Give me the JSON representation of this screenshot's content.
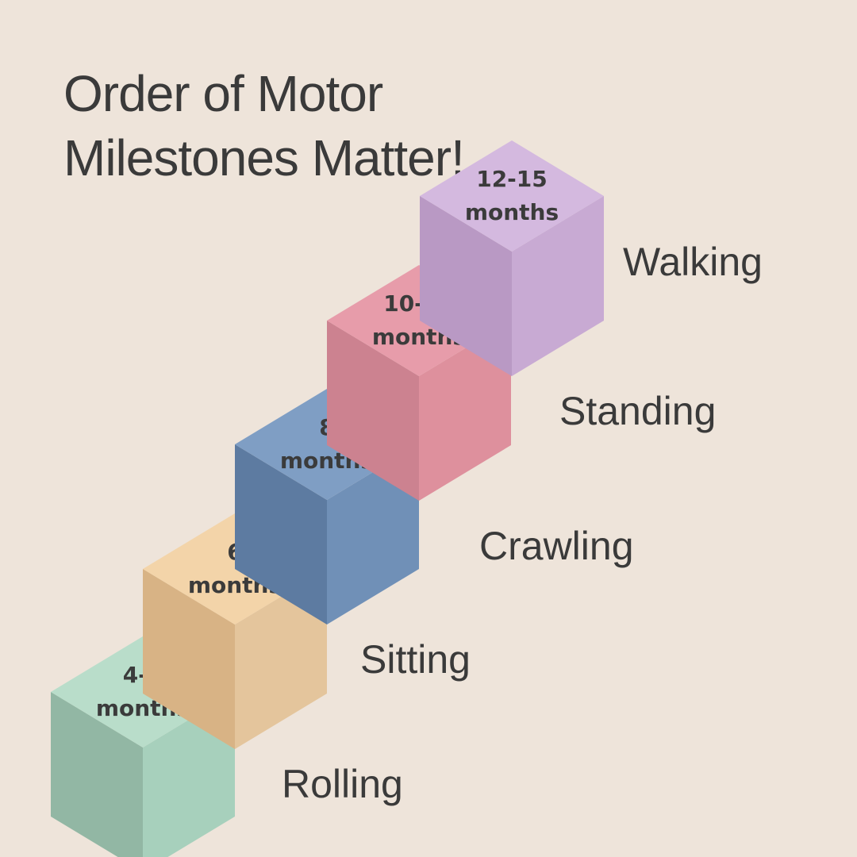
{
  "title": "Order of Motor Milestones Matter!",
  "steps": [
    {
      "age_line1": "4-5",
      "age_line2": "months",
      "milestone": "Rolling",
      "colors": {
        "top": "#b9ddca",
        "left": "#92b7a4",
        "right": "#a7d0bc"
      }
    },
    {
      "age_line1": "6",
      "age_line2": "months",
      "milestone": "Sitting",
      "colors": {
        "top": "#f3d4a9",
        "left": "#d8b385",
        "right": "#e4c59c"
      }
    },
    {
      "age_line1": "8",
      "age_line2": "months",
      "milestone": "Crawling",
      "colors": {
        "top": "#7f9ec4",
        "left": "#5d7ba1",
        "right": "#7090b7"
      }
    },
    {
      "age_line1": "10-12",
      "age_line2": "months",
      "milestone": "Standing",
      "colors": {
        "top": "#e79caa",
        "left": "#cc8290",
        "right": "#de909d"
      }
    },
    {
      "age_line1": "12-15",
      "age_line2": "months",
      "milestone": "Walking",
      "colors": {
        "top": "#d4b9df",
        "left": "#b999c4",
        "right": "#c8aad3"
      }
    }
  ]
}
